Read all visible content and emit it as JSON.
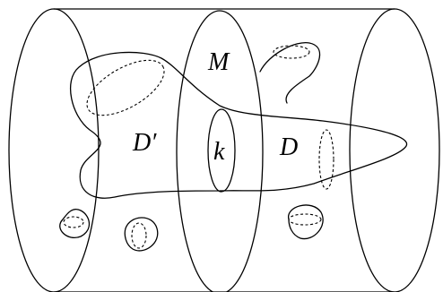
{
  "labels": {
    "M": "M",
    "D_prime": "D′",
    "k": "k",
    "D": "D"
  }
}
